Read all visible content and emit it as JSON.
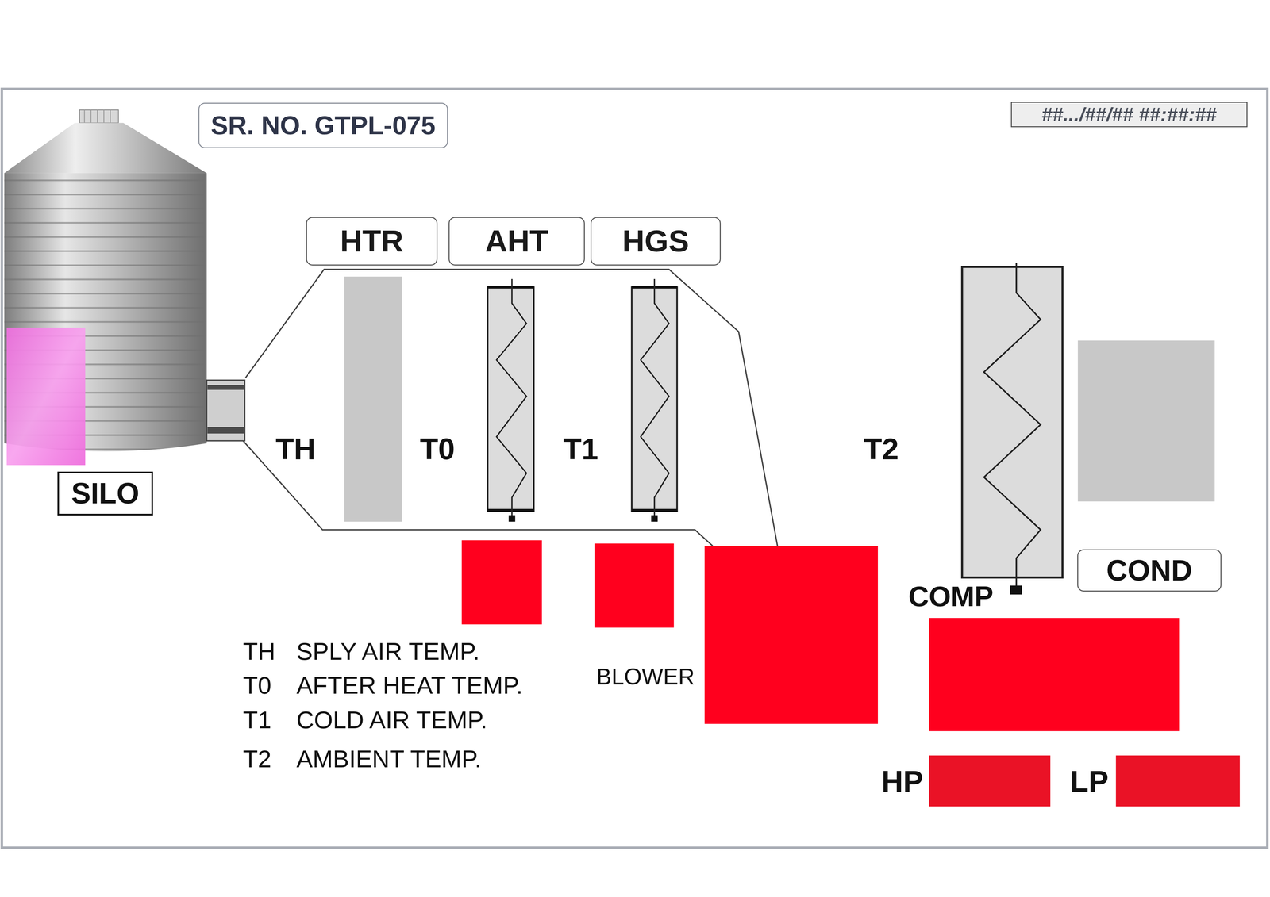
{
  "diagram": {
    "nodes": [
      {
        "text": [
          "SR. NO. GTPL-075"
        ]
      },
      {
        "text": [
          "##.../##/## ##:##:##"
        ]
      },
      {
        "text": [
          "HTR"
        ]
      },
      {
        "text": [
          "AHT"
        ]
      },
      {
        "text": [
          "HGS"
        ]
      },
      {
        "text": [
          "SILO"
        ]
      },
      {
        "text": [
          "COND"
        ]
      }
    ],
    "labels": [
      "TH",
      "T0",
      "T1",
      "T2",
      "COMP",
      "TH",
      "SPLY AIR TEMP.",
      "BLOWER",
      "T0",
      "AFTER HEAT TEMP.",
      "T1",
      "COLD AIR TEMP.",
      "T2",
      "AMBIENT TEMP.",
      "HP",
      "LP"
    ]
  }
}
